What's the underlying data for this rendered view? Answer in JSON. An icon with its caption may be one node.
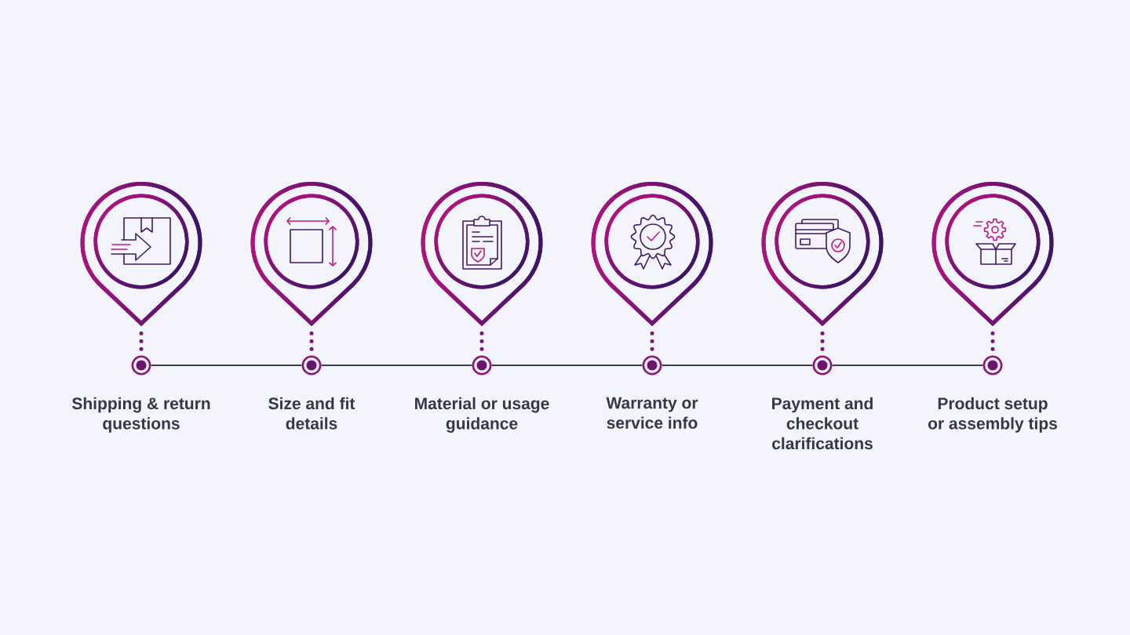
{
  "diagram": {
    "nodes": [
      {
        "text": [],
        "shape": "picture"
      },
      {
        "text": [],
        "shape": "picture"
      },
      {
        "text": [],
        "shape": "picture"
      },
      {
        "text": [],
        "shape": "picture"
      },
      {
        "text": [],
        "shape": "picture"
      },
      {
        "text": [],
        "shape": "picture"
      },
      {
        "text": [],
        "shape": "circle",
        "beside": [
          "Shipping & return questions"
        ]
      },
      {
        "text": [],
        "shape": "circle",
        "beside": [
          "Size and fit details"
        ]
      },
      {
        "text": [],
        "shape": "circle",
        "beside": [
          "Material or usage guidance"
        ]
      },
      {
        "text": [],
        "shape": "circle",
        "beside": [
          "Warranty or service info"
        ]
      },
      {
        "text": [],
        "shape": "circle",
        "beside": [
          "Payment and checkout clarifications"
        ]
      },
      {
        "text": [],
        "shape": "circle",
        "beside": [
          "Product setup or assembly tips"
        ]
      }
    ],
    "edges": [
      {
        "from": 0,
        "to": 6,
        "arrow": "none",
        "style": "dashed"
      },
      {
        "from": 1,
        "to": 7,
        "arrow": "none",
        "style": "dashed"
      },
      {
        "from": 2,
        "to": 8,
        "arrow": "none",
        "style": "dashed"
      },
      {
        "from": 3,
        "to": 9,
        "arrow": "none",
        "style": "dashed"
      },
      {
        "from": 4,
        "to": 10,
        "arrow": "none",
        "style": "dashed"
      },
      {
        "from": 5,
        "to": 11,
        "arrow": "none",
        "style": "dashed"
      },
      {
        "from": 6,
        "to": 7,
        "arrow": "none",
        "color": "#3b3b4f"
      },
      {
        "from": 7,
        "to": 8,
        "arrow": "none",
        "color": "#3b3b4f"
      },
      {
        "from": 8,
        "to": 9,
        "arrow": "none",
        "color": "#3b3b4f"
      },
      {
        "from": 9,
        "to": 10,
        "arrow": "none",
        "color": "#3b3b4f"
      },
      {
        "from": 10,
        "to": 11,
        "arrow": "none",
        "color": "#3b3b4f"
      }
    ]
  }
}
